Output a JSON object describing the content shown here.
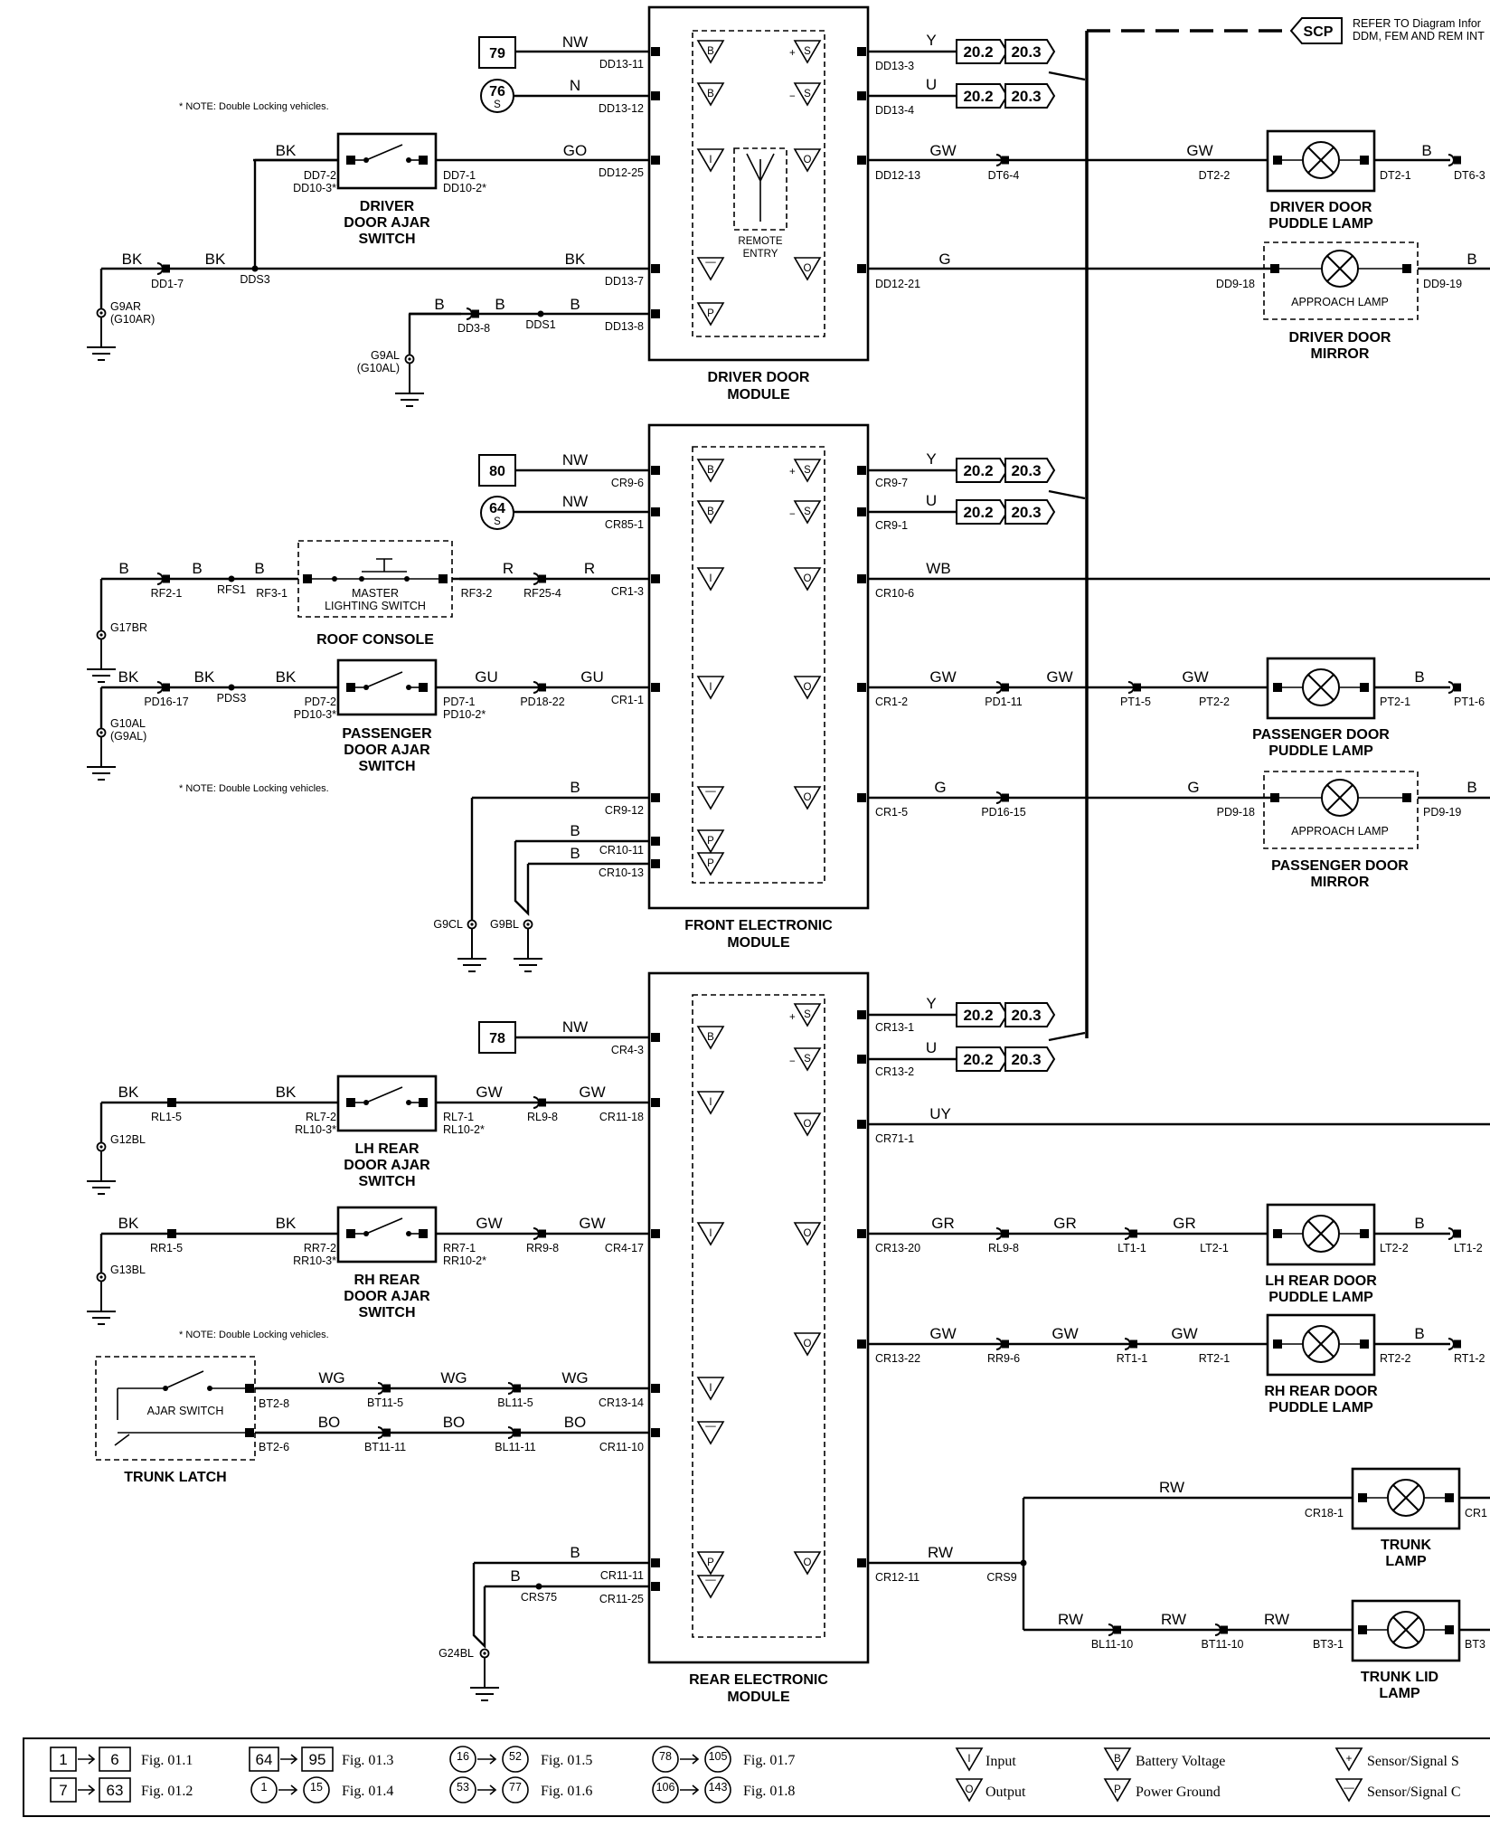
{
  "scp": {
    "tag": "SCP",
    "refer_line1": "REFER TO Diagram Infor",
    "refer_line2": "DDM, FEM AND REM INT"
  },
  "note": "* NOTE: Double Locking vehicles.",
  "modules": {
    "ddm": {
      "line1": "DRIVER DOOR",
      "line2": "MODULE",
      "remote_line1": "REMOTE",
      "remote_line2": "ENTRY"
    },
    "fem": {
      "line1": "FRONT ELECTRONIC",
      "line2": "MODULE"
    },
    "rem": {
      "line1": "REAR ELECTRONIC",
      "line2": "MODULE"
    }
  },
  "refs": {
    "r79": "79",
    "r76": "76",
    "r80": "80",
    "r64": "64",
    "r78": "78",
    "s": "S",
    "fig202": "20.2",
    "fig203": "20.3"
  },
  "components": {
    "ddas": [
      "DRIVER",
      "DOOR AJAR",
      "SWITCH"
    ],
    "ddpl": [
      "DRIVER DOOR",
      "PUDDLE LAMP"
    ],
    "ddm_mirror": [
      "DRIVER DOOR",
      "MIRROR"
    ],
    "approach": "APPROACH LAMP",
    "mls": [
      "MASTER",
      "LIGHTING SWITCH"
    ],
    "roof": "ROOF CONSOLE",
    "pdas": [
      "PASSENGER",
      "DOOR AJAR",
      "SWITCH"
    ],
    "pdpl": [
      "PASSENGER DOOR",
      "PUDDLE LAMP"
    ],
    "pd_mirror": [
      "PASSENGER DOOR",
      "MIRROR"
    ],
    "lhas": [
      "LH REAR",
      "DOOR AJAR",
      "SWITCH"
    ],
    "rhas": [
      "RH REAR",
      "DOOR AJAR",
      "SWITCH"
    ],
    "lhpl": [
      "LH REAR DOOR",
      "PUDDLE LAMP"
    ],
    "rhpl": [
      "RH REAR DOOR",
      "PUDDLE LAMP"
    ],
    "ajar": "AJAR SWITCH",
    "trunk_latch": "TRUNK LATCH",
    "trunk_lamp": [
      "TRUNK",
      "LAMP"
    ],
    "trunk_lid": [
      "TRUNK LID",
      "LAMP"
    ]
  },
  "legend": {
    "r1a": "1",
    "r1b": "6",
    "f1": "Fig. 01.1",
    "r2a": "7",
    "r2b": "63",
    "f2": "Fig. 01.2",
    "r3a": "64",
    "r3b": "95",
    "f3": "Fig. 01.3",
    "r4a": "1",
    "r4b": "15",
    "f4": "Fig. 01.4",
    "r5a": "16",
    "r5b": "52",
    "f5": "Fig. 01.5",
    "r6a": "53",
    "r6b": "77",
    "f6": "Fig. 01.6",
    "r7a": "78",
    "r7b": "105",
    "f7": "Fig. 01.7",
    "r8a": "106",
    "r8b": "143",
    "f8": "Fig. 01.8",
    "input": "Input",
    "output": "Output",
    "battery": "Battery Voltage",
    "ground": "Power Ground",
    "sensor_pos": "Sensor/Signal S",
    "sensor_neg": "Sensor/Signal C"
  }
}
